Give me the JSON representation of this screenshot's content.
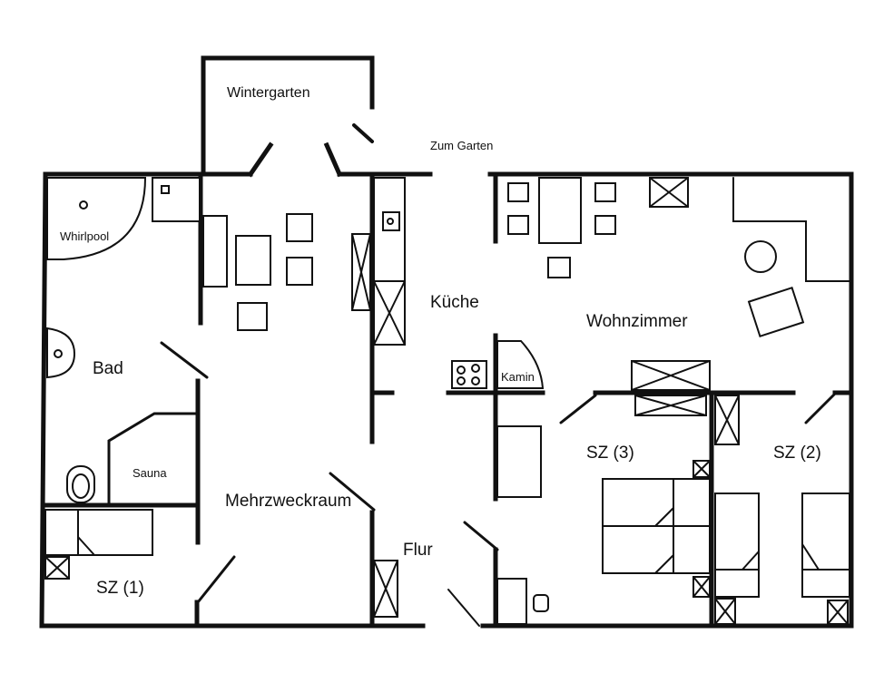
{
  "rooms": {
    "wintergarten": "Wintergarten",
    "zum_garten": "Zum Garten",
    "whirlpool": "Whirlpool",
    "kueche": "Küche",
    "wohnzimmer": "Wohnzimmer",
    "bad": "Bad",
    "kamin": "Kamin",
    "sauna": "Sauna",
    "sz3": "SZ (3)",
    "sz2": "SZ (2)",
    "mehrzweckraum": "Mehrzweckraum",
    "flur": "Flur",
    "sz1": "SZ (1)"
  },
  "colors": {
    "ink": "#111111",
    "paper": "#ffffff"
  }
}
